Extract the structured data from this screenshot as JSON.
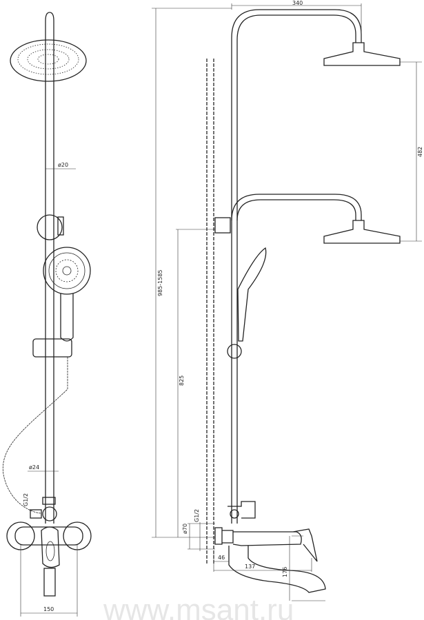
{
  "drawing": {
    "front_view": {
      "pipe_diameter_upper": "ø20",
      "pipe_diameter_lower": "ø24",
      "inlet_thread": "G1/2",
      "mixer_width": "150"
    },
    "side_view": {
      "arm_reach": "340",
      "head_height_adjust": "482",
      "total_height_range": "985-1585",
      "bracket_height": "825",
      "inlet_thread": "G1/2",
      "flange_diameter": "ø70",
      "wall_offset": "46",
      "spout_reach": "137",
      "spout_drop": "176"
    },
    "watermark": "www.msant.ru"
  }
}
